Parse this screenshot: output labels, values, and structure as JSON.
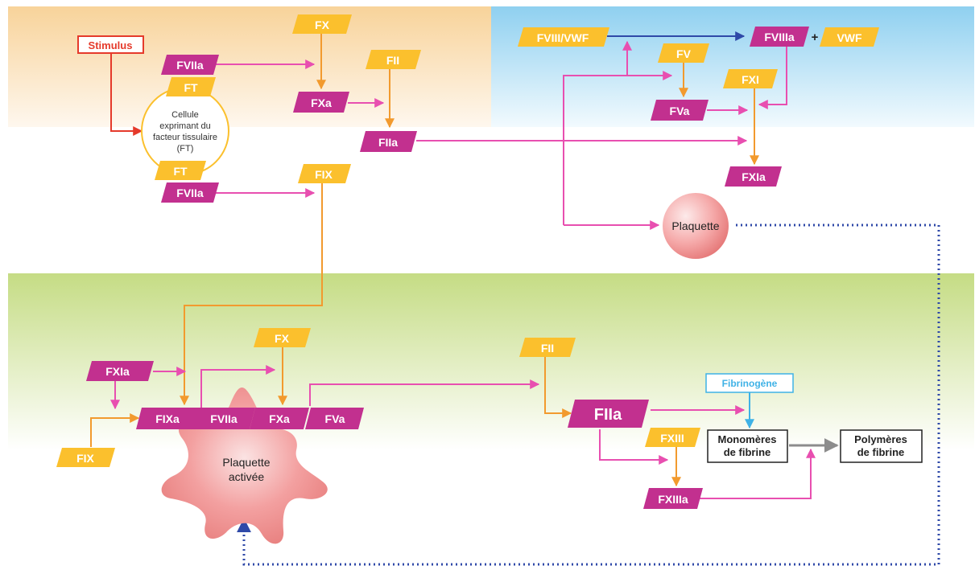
{
  "stimulus": "Stimulus",
  "cell": {
    "lines": [
      "Cellule",
      "exprimant du",
      "facteur tissulaire",
      "(FT)"
    ]
  },
  "factors": {
    "fviia_top": "FVIIa",
    "ft_top": "FT",
    "ft_bottom": "FT",
    "fviia_bottom": "FVIIa",
    "fx_top": "FX",
    "fxa_top": "FXa",
    "fii_top": "FII",
    "fiia_top": "FIIa",
    "fix_top": "FIX",
    "fviii_vwf": "FVIII/VWF",
    "fviiia": "FVIIIa",
    "plus": "+",
    "vwf": "VWF",
    "fv_top": "FV",
    "fva_top": "FVa",
    "fxi_top": "FXI",
    "fxia_top": "FXIa",
    "fxia_bottom": "FXIa",
    "fix_bottom": "FIX",
    "fixa": "FIXa",
    "fviia_complex": "FVIIa",
    "fx_bottom": "FX",
    "fxa_complex": "FXa",
    "fva_complex": "FVa",
    "fii_bottom": "FII",
    "fiia_big": "FIIa",
    "fxiii": "FXIII",
    "fxiiia": "FXIIIa"
  },
  "plaquette": "Plaquette",
  "plaquette_activee": [
    "Plaquette",
    "activée"
  ],
  "fibrinogene": "Fibrinogène",
  "monomeres": [
    "Monomères",
    "de fibrine"
  ],
  "polymeres": [
    "Polymères",
    "de fibrine"
  ],
  "colors": {
    "magenta": "#c2308f",
    "yellow": "#fbc02d",
    "orange_arrow": "#f29a2e",
    "pink_arrow": "#e84fb0",
    "blue_arrow": "#2f49a8",
    "red": "#e53a2b",
    "cyan": "#3fb2e6",
    "gray_arrow": "#8c8c8c"
  }
}
